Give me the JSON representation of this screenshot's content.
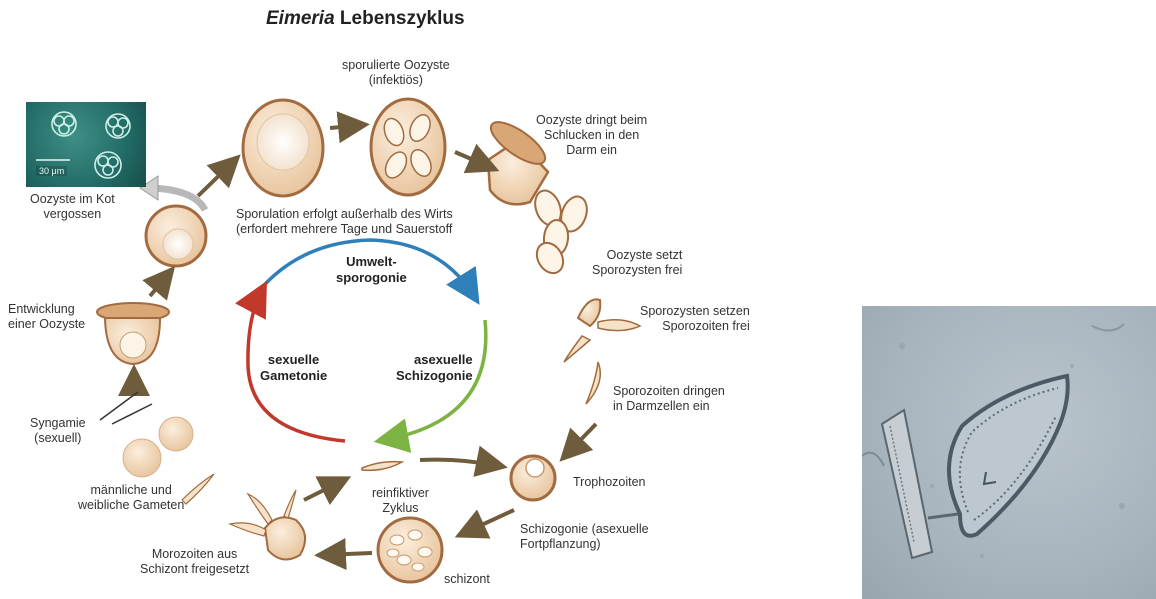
{
  "title": {
    "italic": "Eimeria",
    "rest": " Lebenszyklus"
  },
  "labels": {
    "sporulated_oocyst": "sporulierte Oozyste\n(infektiös)",
    "oocyst_swallowed": "Oozyste dringt beim\nSchlucken in den\nDarm ein",
    "oocyst_feces": "Oozyste im Kot\nvergossen",
    "sporulation": "Sporulation erfolgt außerhalb des Wirts\n(erfordert mehrere Tage und Sauerstoff",
    "release_sporocysts": "Oozyste setzt\nSporozysten frei",
    "release_sporozoites": "Sporozysten setzen\nSporozoiten frei",
    "enter_cells": "Sporozoiten dringen\nin Darmzellen ein",
    "trophozoites": "Trophozoiten",
    "schizogony": "Schizogonie (asexuelle\nFortpflanzung)",
    "schizont": "schizont",
    "reinfective": "reinfiktiver\nZyklus",
    "merozoites": "Morozoiten aus\nSchizont freigesetzt",
    "gametes": "männliche und\nweibliche Gameten",
    "syngamy": "Syngamie\n(sexuell)",
    "oocyst_development": "Entwicklung\neiner Oozyste",
    "scale": "30 μm"
  },
  "phases": {
    "env": "Umwelt-\nsporogonie",
    "asexual": "asexuelle\nSchizogonie",
    "sexual": "sexuelle\nGametonie"
  },
  "colors": {
    "cell_fill": "#f2d9bf",
    "cell_stroke": "#a26b3f",
    "arrow": "#6f5c3c",
    "cycle_blue": "#2f7fb8",
    "cycle_green": "#7cb342",
    "cycle_red": "#c0392b"
  }
}
